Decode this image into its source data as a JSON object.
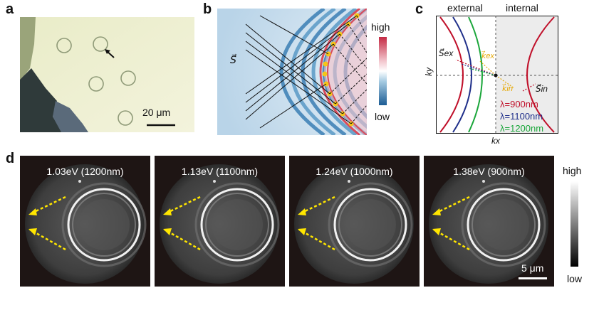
{
  "panels": {
    "a": {
      "letter": "a",
      "scale_bar": "20 μm"
    },
    "b": {
      "letter": "b",
      "vector_label": "S⃗",
      "colorbar_high": "high",
      "colorbar_low": "low"
    },
    "c": {
      "letter": "c",
      "region_external": "external",
      "region_internal": "internal",
      "axis_y": "ky",
      "axis_x": "kx",
      "s_ex": "S⃗ex",
      "k_ex": "k⃗ex",
      "k_in": "k⃗in",
      "s_in": "S⃗in",
      "legend": [
        {
          "text": "λ=900nm",
          "color": "#c0102a"
        },
        {
          "text": "λ=1100nm",
          "color": "#1f2f8a"
        },
        {
          "text": "λ=1200nm",
          "color": "#1aa63a"
        }
      ]
    },
    "d": {
      "letter": "d",
      "images": [
        {
          "label": "1.03eV (1200nm)"
        },
        {
          "label": "1.13eV (1100nm)"
        },
        {
          "label": "1.24eV (1000nm)"
        },
        {
          "label": "1.38eV (900nm)"
        }
      ],
      "scale_bar": "5 μm",
      "colorbar_high": "high",
      "colorbar_low": "low"
    }
  }
}
